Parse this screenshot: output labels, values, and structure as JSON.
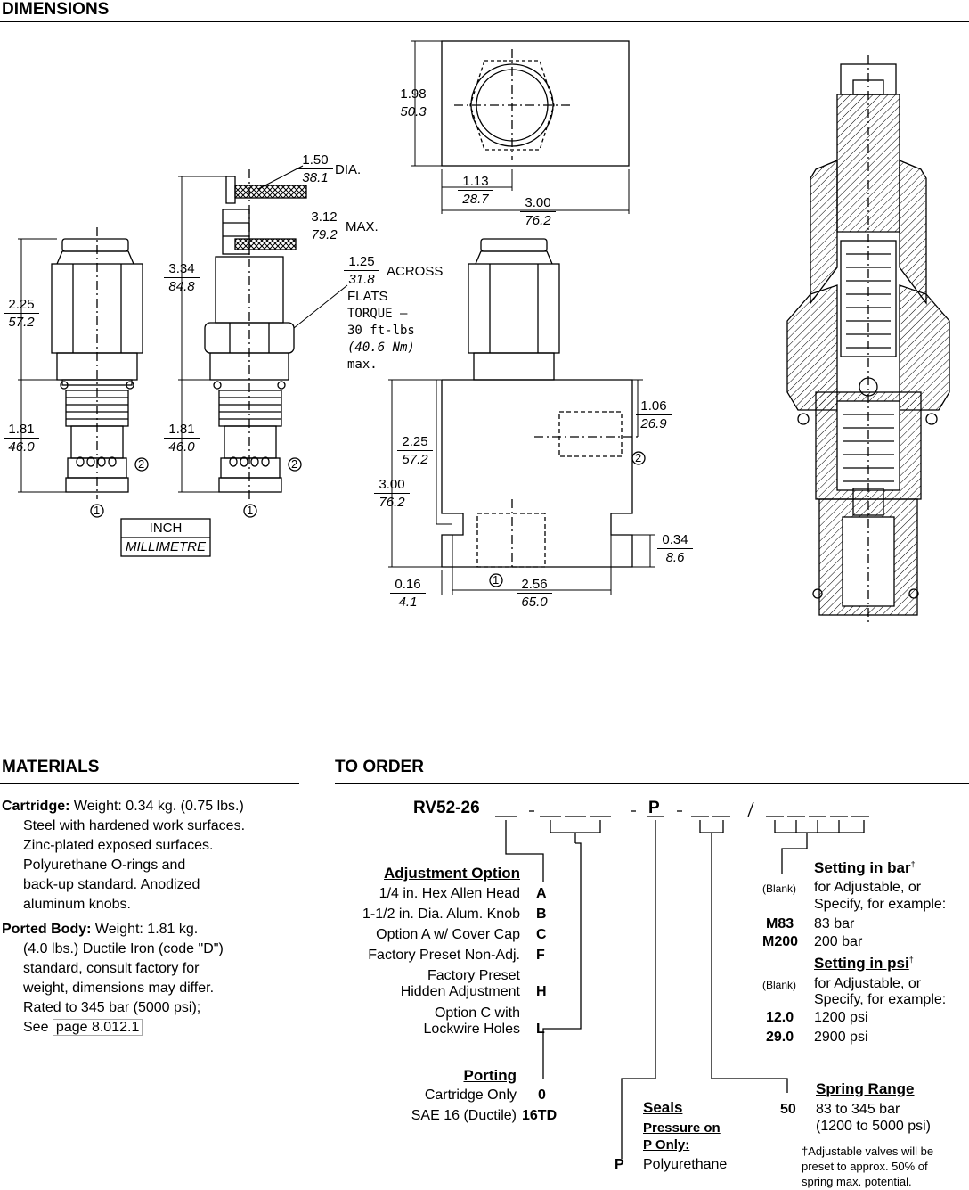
{
  "dimensions": {
    "title": "DIMENSIONS",
    "d1": {
      "in": "2.25",
      "mm": "57.2"
    },
    "d2": {
      "in": "1.81",
      "mm": "46.0"
    },
    "d3": {
      "in": "1.81",
      "mm": "46.0"
    },
    "d4": {
      "in": "3.34",
      "mm": "84.8"
    },
    "d5": {
      "in": "1.50",
      "mm": "38.1",
      "suffix": "DIA."
    },
    "d6": {
      "in": "3.12",
      "mm": "79.2",
      "suffix": "MAX."
    },
    "d7": {
      "in": "1.25",
      "mm": "31.8",
      "suffix": "ACROSS",
      "extra": "FLATS"
    },
    "torque": [
      "TORQUE –",
      "30 ft-lbs",
      "(40.6 Nm)",
      "max."
    ],
    "d8": {
      "in": "1.98",
      "mm": "50.3"
    },
    "d9": {
      "in": "1.13",
      "mm": "28.7"
    },
    "d10": {
      "in": "3.00",
      "mm": "76.2"
    },
    "d11": {
      "in": "1.06",
      "mm": "26.9"
    },
    "d12": {
      "in": "2.25",
      "mm": "57.2"
    },
    "d13": {
      "in": "3.00",
      "mm": "76.2"
    },
    "d14": {
      "in": "0.34",
      "mm": "8.6"
    },
    "d15": {
      "in": "0.16",
      "mm": "4.1"
    },
    "d16": {
      "in": "2.56",
      "mm": "65.0"
    },
    "legend": {
      "inch": "INCH",
      "mm": "MILLIMETRE"
    },
    "port1": "1",
    "port2": "2"
  },
  "materials": {
    "title": "MATERIALS",
    "cartridge_label": "Cartridge:",
    "cartridge_weight": " Weight: 0.34 kg. (0.75 lbs.)",
    "cartridge_lines": [
      "Steel with hardened work surfaces.",
      "Zinc-plated exposed surfaces.",
      "Polyurethane O-rings and",
      "back-up standard. Anodized",
      "aluminum knobs."
    ],
    "body_label": "Ported Body:",
    "body_weight": " Weight: 1.81 kg.",
    "body_lines": [
      "(4.0 lbs.) Ductile Iron (code \"D\")",
      "standard, consult factory for",
      "weight, dimensions may differ.",
      "Rated to 345 bar (5000 psi);"
    ],
    "see": "See ",
    "page_link": "page 8.012.1"
  },
  "order": {
    "title": "TO ORDER",
    "model_code": "RV52-26",
    "code_p": "P",
    "adjustment": {
      "title": "Adjustment Option",
      "options": [
        {
          "label": "1/4 in. Hex Allen Head",
          "code": "A"
        },
        {
          "label": "1-1/2 in. Dia. Alum. Knob",
          "code": "B"
        },
        {
          "label": "Option A w/ Cover Cap",
          "code": "C"
        },
        {
          "label": "Factory Preset Non-Adj.",
          "code": "F"
        },
        {
          "label1": "Factory Preset",
          "label2": "Hidden Adjustment",
          "code": "H"
        },
        {
          "label1": "Option C with",
          "label2": "Lockwire Holes",
          "code": "L"
        }
      ]
    },
    "porting": {
      "title": "Porting",
      "options": [
        {
          "label": "Cartridge Only",
          "code": "0"
        },
        {
          "label": "SAE 16 (Ductile)",
          "code": "16TD"
        }
      ]
    },
    "seals": {
      "title": "Seals",
      "sub1": "Pressure on",
      "sub2": "P Only:",
      "code": "P",
      "label": "Polyurethane"
    },
    "spring": {
      "title": "Spring Range",
      "code": "50",
      "line1": "83 to 345 bar",
      "line2": "(1200 to 5000 psi)"
    },
    "setting_bar": {
      "title": "Setting in bar",
      "mark": "†",
      "blank": "(Blank)",
      "blank_l1": "for Adjustable, or",
      "blank_l2": "Specify, for example:",
      "ex": [
        {
          "code": "M83",
          "label": "83 bar"
        },
        {
          "code": "M200",
          "label": "200 bar"
        }
      ]
    },
    "setting_psi": {
      "title": "Setting in psi",
      "mark": "†",
      "blank": "(Blank)",
      "blank_l1": "for Adjustable, or",
      "blank_l2": "Specify, for example:",
      "ex": [
        {
          "code": "12.0",
          "label": "1200 psi"
        },
        {
          "code": "29.0",
          "label": "2900 psi"
        }
      ]
    },
    "footnote": [
      "†Adjustable valves will be",
      "preset to approx. 50% of",
      "spring max. potential."
    ]
  }
}
